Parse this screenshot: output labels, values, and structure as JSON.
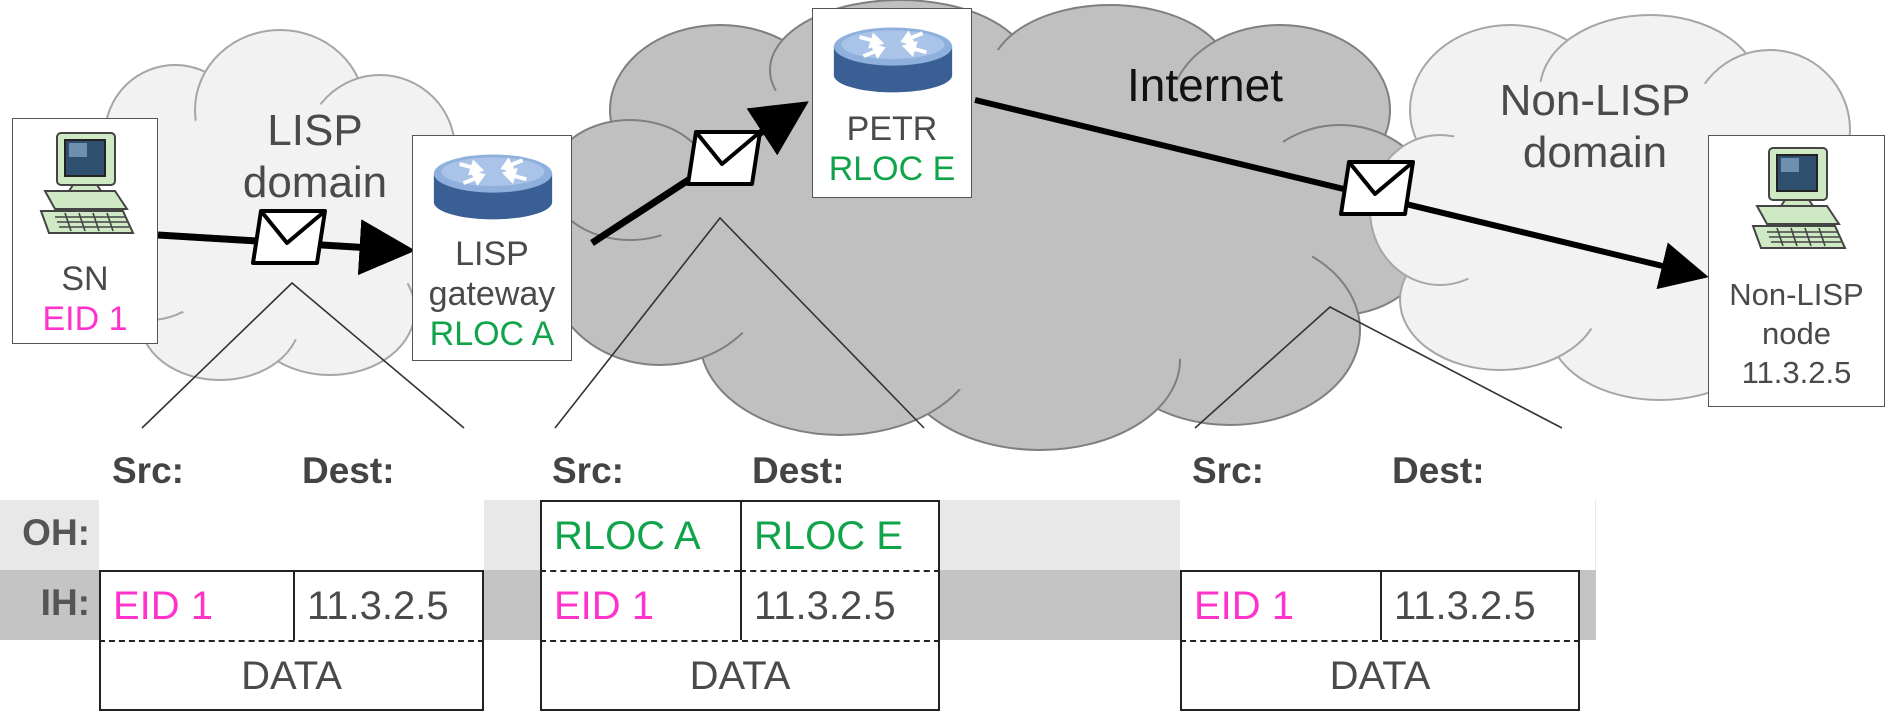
{
  "clouds": {
    "lisp_domain": "LISP domain",
    "internet": "Internet",
    "non_lisp_domain": "Non-LISP domain"
  },
  "nodes": {
    "sn": {
      "name": "SN",
      "eid": "EID 1"
    },
    "lisp_gateway": {
      "line1": "LISP",
      "line2": "gateway",
      "rloc": "RLOC A"
    },
    "petr": {
      "name": "PETR",
      "rloc": "RLOC E"
    },
    "non_lisp_node": {
      "line1": "Non-LISP",
      "line2": "node",
      "addr": "11.3.2.5"
    }
  },
  "row_labels": {
    "oh": "OH:",
    "ih": "IH:"
  },
  "packets": [
    {
      "src_header": "Src:",
      "dest_header": "Dest:",
      "oh_src": "",
      "oh_dest": "",
      "ih_src": "EID 1",
      "ih_dest": "11.3.2.5",
      "data": "DATA"
    },
    {
      "src_header": "Src:",
      "dest_header": "Dest:",
      "oh_src": "RLOC A",
      "oh_dest": "RLOC E",
      "ih_src": "EID 1",
      "ih_dest": "11.3.2.5",
      "data": "DATA"
    },
    {
      "src_header": "Src:",
      "dest_header": "Dest:",
      "oh_src": "",
      "oh_dest": "",
      "ih_src": "EID 1",
      "ih_dest": "11.3.2.5",
      "data": "DATA"
    }
  ],
  "icons": [
    "desktop-computer-icon",
    "router-icon",
    "envelope-icon",
    "arrow-icon"
  ],
  "colors": {
    "eid": "#ff33cc",
    "rloc": "#10a44a",
    "cloud_light": "#f2f2f2",
    "cloud_dark": "#c0c0c0",
    "band_light": "#e8e8e8",
    "band_dark": "#c4c4c4"
  }
}
